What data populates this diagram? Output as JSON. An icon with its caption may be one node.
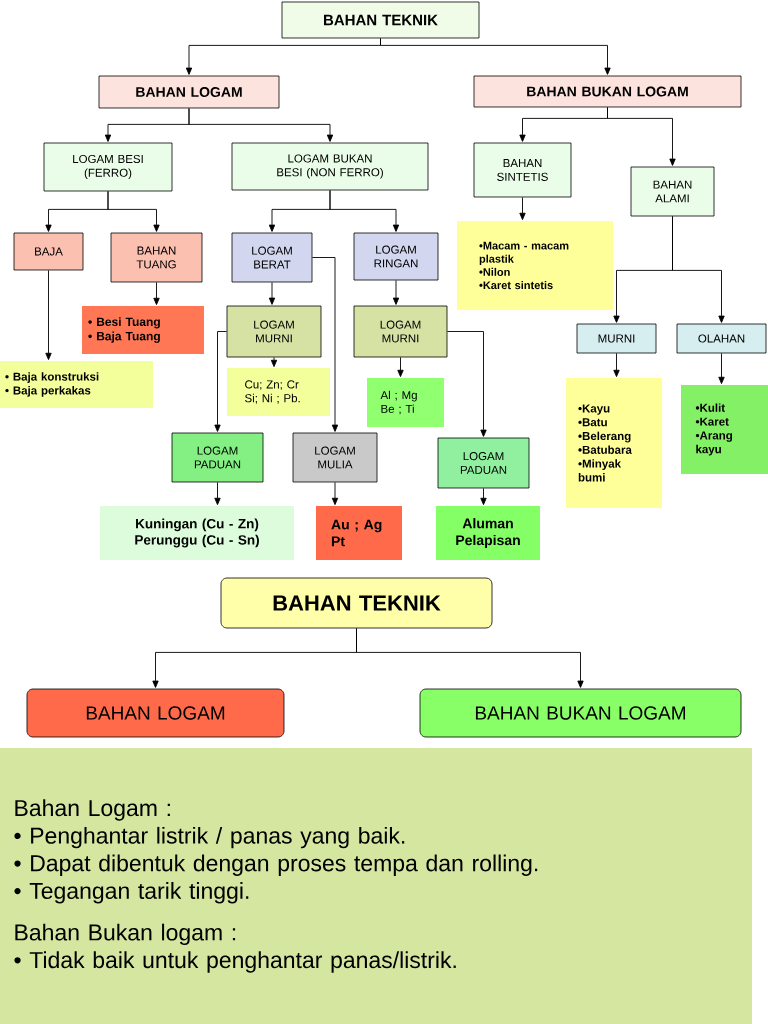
{
  "diagram": {
    "nodes": [
      {
        "text": [
          "BAHAN TEKNIK"
        ]
      },
      {
        "text": [
          "BAHAN LOGAM"
        ]
      },
      {
        "text": [
          "BAHAN BUKAN LOGAM"
        ]
      },
      {
        "text": [
          "LOGAM BESI (FERRO)"
        ]
      },
      {
        "text": [
          "LOGAM BUKAN BESI (NON FERRO)"
        ]
      },
      {
        "text": [
          "BAHAN SINTETIS"
        ]
      },
      {
        "text": [
          "BAHAN ALAMI"
        ]
      },
      {
        "text": [
          "BAJA"
        ]
      },
      {
        "text": [
          "BAHAN TUANG"
        ]
      },
      {
        "text": [
          "LOGAM BERAT"
        ]
      },
      {
        "text": [
          "LOGAM RINGAN"
        ]
      },
      {
        "text": [
          "•Macam - macam plastik",
          "•Nilon",
          "•Karet sintetis"
        ]
      },
      {
        "text": [
          "• Besi Tuang",
          "• Baja Tuang"
        ]
      },
      {
        "text": [
          "LOGAM MURNI"
        ]
      },
      {
        "text": [
          "LOGAM MURNI"
        ]
      },
      {
        "text": [
          "MURNI"
        ]
      },
      {
        "text": [
          "OLAHAN"
        ]
      },
      {
        "text": [
          "• Baja konstruksi",
          "• Baja perkakas"
        ]
      },
      {
        "text": [
          "Cu; Zn; Cr Si; Ni ; Pb."
        ]
      },
      {
        "text": [
          "Al ; Mg Be ; Ti"
        ]
      },
      {
        "text": [
          "•Kayu",
          "•Batu",
          "•Belerang",
          "•Batubara",
          "•Minyak bumi"
        ]
      },
      {
        "text": [
          "•Kulit",
          "•Karet",
          "•Arang kayu"
        ]
      },
      {
        "text": [
          "LOGAM PADUAN"
        ]
      },
      {
        "text": [
          "LOGAM MULIA"
        ]
      },
      {
        "text": [
          "LOGAM PADUAN"
        ]
      },
      {
        "text": [
          "Kuningan (Cu - Zn)",
          "Perunggu (Cu - Sn)"
        ]
      },
      {
        "text": [
          "Au ; Ag Pt"
        ]
      },
      {
        "text": [
          "Aluman Pelapisan"
        ]
      },
      {
        "text": [
          "BAHAN TEKNIK"
        ]
      },
      {
        "text": [
          "BAHAN LOGAM"
        ]
      },
      {
        "text": [
          "BAHAN BUKAN LOGAM"
        ]
      },
      {
        "text": [
          "Bahan Logam :",
          "• Penghantar listrik / panas yang baik.",
          "• Dapat dibentuk dengan proses tempa dan rolling.",
          "• Tegangan tarik tinggi.",
          "Bahan Bukan logam :",
          "• Tidak baik untuk penghantar panas/listrik."
        ]
      }
    ],
    "edges": [
      {
        "from": 0,
        "to": 1,
        "arrow": "to"
      },
      {
        "from": 0,
        "to": 2,
        "arrow": "to"
      },
      {
        "from": 1,
        "to": 3,
        "arrow": "to"
      },
      {
        "from": 1,
        "to": 4,
        "arrow": "to"
      },
      {
        "from": 2,
        "to": 5,
        "arrow": "to"
      },
      {
        "from": 2,
        "to": 6,
        "arrow": "to"
      },
      {
        "from": 3,
        "to": 7,
        "arrow": "to"
      },
      {
        "from": 3,
        "to": 8,
        "arrow": "to"
      },
      {
        "from": 4,
        "to": 9,
        "arrow": "to"
      },
      {
        "from": 4,
        "to": 10,
        "arrow": "to"
      },
      {
        "from": 5,
        "to": 11,
        "arrow": "to"
      },
      {
        "from": 6,
        "to": 15,
        "arrow": "to"
      },
      {
        "from": 6,
        "to": 16,
        "arrow": "to"
      },
      {
        "from": 7,
        "to": 17,
        "arrow": "to"
      },
      {
        "from": 8,
        "to": 12,
        "arrow": "to"
      },
      {
        "from": 9,
        "to": 13,
        "arrow": "to"
      },
      {
        "from": 9,
        "to": 23,
        "arrow": "to"
      },
      {
        "from": 10,
        "to": 14,
        "arrow": "to"
      },
      {
        "from": 13,
        "to": 18,
        "arrow": "to"
      },
      {
        "from": 13,
        "to": 22,
        "arrow": "to"
      },
      {
        "from": 14,
        "to": 19,
        "arrow": "to"
      },
      {
        "from": 14,
        "to": 24,
        "arrow": "to"
      },
      {
        "from": 15,
        "to": 20,
        "arrow": "to"
      },
      {
        "from": 16,
        "to": 21,
        "arrow": "to"
      },
      {
        "from": 22,
        "to": 25,
        "arrow": "to"
      },
      {
        "from": 23,
        "to": 26,
        "arrow": "to"
      },
      {
        "from": 24,
        "to": 27,
        "arrow": "to"
      },
      {
        "from": 28,
        "to": 29,
        "arrow": "to"
      },
      {
        "from": 28,
        "to": 30,
        "arrow": "to"
      }
    ]
  }
}
